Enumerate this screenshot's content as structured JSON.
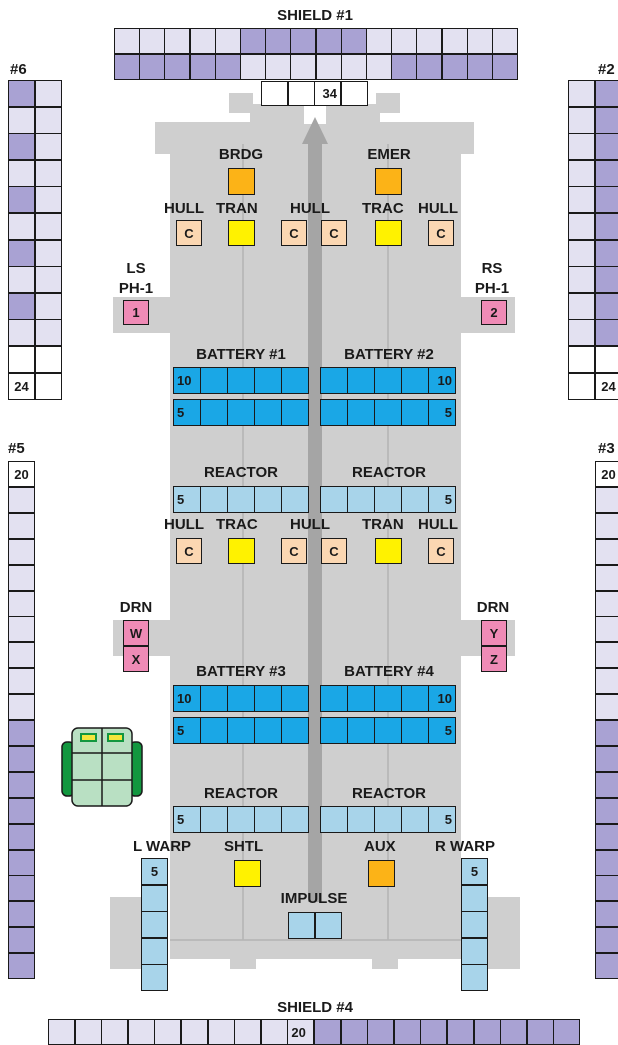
{
  "colors": {
    "hull": "#cfcfcf",
    "hull_line": "#b4b4b4",
    "spine": "#a5a5a5",
    "shield_dark": "#a9a2d3",
    "shield_light": "#e3e1f1",
    "empty": "#ffffff",
    "battery": "#1aa7e6",
    "reactor": "#a8d4ea",
    "warp": "#a8d4ea",
    "brdg": "#fcb317",
    "sys_yellow": "#fff200",
    "computer": "#fbd7b2",
    "phaser": "#ef8bb6",
    "shuttle_body": "#b9e0c3",
    "shuttle_tread": "#12973f",
    "shuttle_window": "#f4e63c"
  },
  "labels": {
    "shield_1": "SHIELD #1",
    "shield_2": "#2",
    "shield_3": "#3",
    "shield_4": "SHIELD #4",
    "shield_5": "#5",
    "shield_6": "#6",
    "brdg": "BRDG",
    "emer": "EMER",
    "hull": "HULL",
    "tran": "TRAN",
    "trac": "TRAC",
    "ls": "LS",
    "rs": "RS",
    "ph1": "PH-1",
    "battery_1": "BATTERY #1",
    "battery_2": "BATTERY #2",
    "battery_3": "BATTERY #3",
    "battery_4": "BATTERY #4",
    "reactor": "REACTOR",
    "drn": "DRN",
    "l_warp": "L WARP",
    "r_warp": "R WARP",
    "shtl": "SHTL",
    "aux": "AUX",
    "impulse": "IMPULSE"
  },
  "values": {
    "shield_1_count": "34",
    "shield_2_count": "24",
    "shield_3_count": "20",
    "shield_4_count": "20",
    "shield_5_count": "20",
    "shield_6_count": "24",
    "five": "5",
    "ten": "10",
    "computer": "C",
    "phaser_1": "1",
    "phaser_2": "2",
    "drone_w": "W",
    "drone_x": "X",
    "drone_y": "Y",
    "drone_z": "Z"
  }
}
